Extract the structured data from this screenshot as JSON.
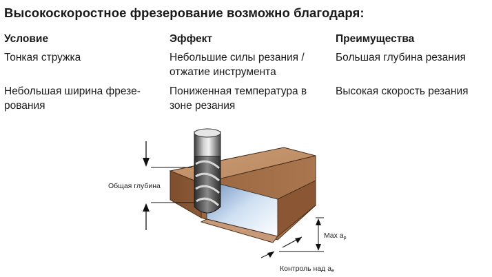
{
  "title": "Высокоскоростное фрезерование возможно благодаря:",
  "table": {
    "headers": [
      "Условие",
      "Эффект",
      "Преимущества"
    ],
    "rows": [
      [
        "Тонкая стружка",
        "Небольшие силы резания / отжатие инструмента",
        "Большая глубина резания"
      ],
      [
        "Небольшая ширина фрезе-рования",
        "Пониженная температура в зоне резания",
        "Высокая скорость резания"
      ]
    ]
  },
  "figure": {
    "total_depth_label": "Общая глубина",
    "max_ap_prefix": "Max a",
    "max_ap_sub": "p",
    "control_ae_prefix": "Контроль над a",
    "control_ae_sub": "e"
  }
}
